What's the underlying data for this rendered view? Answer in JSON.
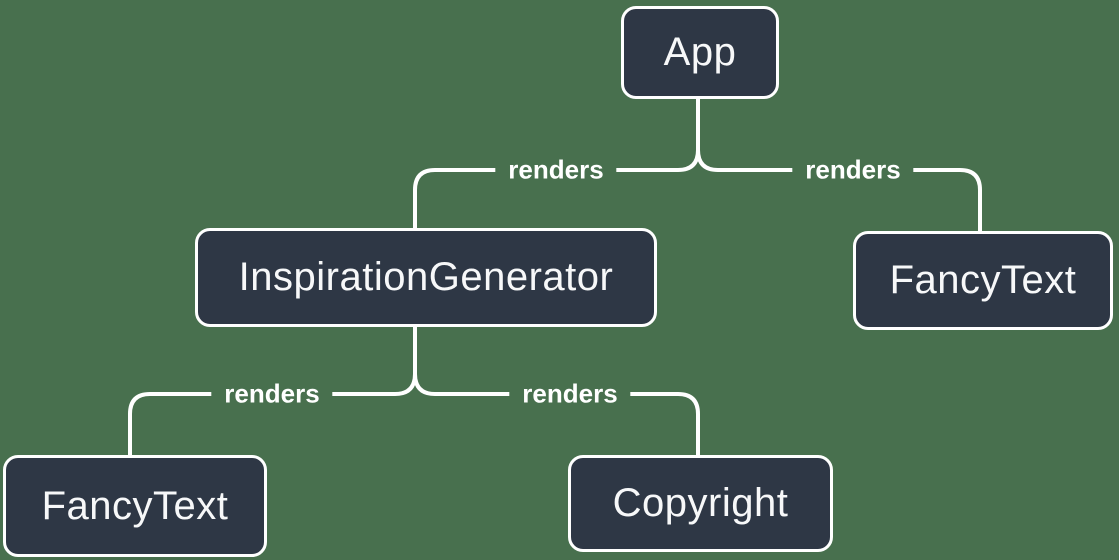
{
  "diagram": {
    "type": "tree",
    "colors": {
      "background": "#48704e",
      "node_fill": "#2e3745",
      "node_border": "#ffffff",
      "edge_line": "#ffffff",
      "node_text": "#f7f8f9",
      "edge_label_text": "#ffffff"
    },
    "nodes": [
      {
        "id": "app",
        "label": "App"
      },
      {
        "id": "inspiration-generator",
        "label": "InspirationGenerator"
      },
      {
        "id": "fancy-text-right",
        "label": "FancyText"
      },
      {
        "id": "fancy-text-left",
        "label": "FancyText"
      },
      {
        "id": "copyright",
        "label": "Copyright"
      }
    ],
    "edges": [
      {
        "from": "App",
        "to": "InspirationGenerator",
        "label": "renders"
      },
      {
        "from": "App",
        "to": "FancyText",
        "label": "renders"
      },
      {
        "from": "InspirationGenerator",
        "to": "FancyText",
        "label": "renders"
      },
      {
        "from": "InspirationGenerator",
        "to": "Copyright",
        "label": "renders"
      }
    ]
  }
}
